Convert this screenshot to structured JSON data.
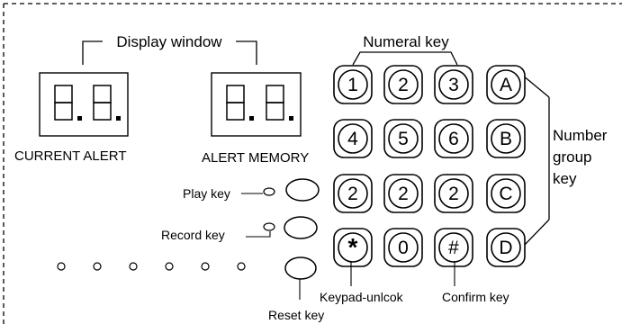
{
  "labels": {
    "display_window": "Display window",
    "current_alert": "CURRENT ALERT",
    "alert_memory": "ALERT MEMORY",
    "numeral_key": "Numeral key",
    "number_group_key_line1": "Number",
    "number_group_key_line2": "group",
    "number_group_key_line3": "key",
    "play_key": "Play key",
    "record_key": "Record key",
    "reset_key": "Reset key",
    "keypad_unlock": "Keypad-unlcok",
    "confirm_key": "Confirm key"
  },
  "displays": {
    "current_alert_digits": "8.8.",
    "alert_memory_digits": "8.8."
  },
  "keypad": {
    "row1": [
      "1",
      "2",
      "3",
      "A"
    ],
    "row2": [
      "4",
      "5",
      "6",
      "B"
    ],
    "row3": [
      "2",
      "2",
      "2",
      "C"
    ],
    "row4": [
      "*",
      "0",
      "#",
      "D"
    ]
  },
  "indicator_leds_count": 6,
  "colors": {
    "line": "#000000",
    "background": "#ffffff"
  }
}
